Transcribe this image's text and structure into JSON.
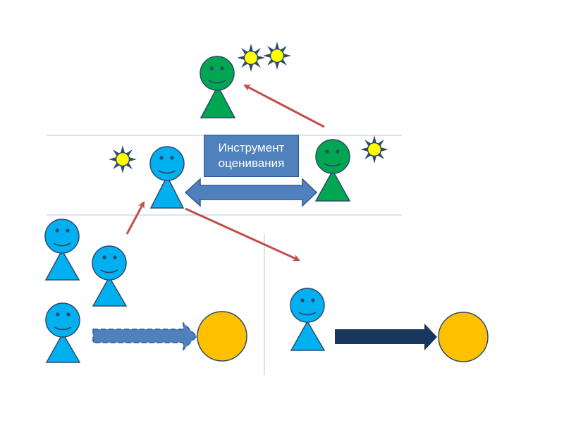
{
  "diagram": {
    "tool_label_line1": "Инструмент",
    "tool_label_line2": "оценивания"
  },
  "colors": {
    "person_blue": "#00b0f0",
    "person_green": "#00a650",
    "outline": "#2e4a6b",
    "sun_fill": "#ffff00",
    "sun_rays": "#2e4a6b",
    "orange_goal": "#ffc000",
    "red_arrow": "#c0504d",
    "double_arrow": "#4f81bd",
    "dark_arrow": "#17375e",
    "divider": "#b4c7dc"
  },
  "figures": [
    {
      "id": "top-green",
      "color": "green",
      "stars": 2
    },
    {
      "id": "middle-blue",
      "color": "blue",
      "stars": 1
    },
    {
      "id": "middle-green",
      "color": "green",
      "stars": 1
    },
    {
      "id": "bottom-left-1",
      "color": "blue",
      "stars": 0
    },
    {
      "id": "bottom-left-2",
      "color": "blue",
      "stars": 0
    },
    {
      "id": "bottom-left-3",
      "color": "blue",
      "stars": 0
    },
    {
      "id": "bottom-right",
      "color": "blue",
      "stars": 0
    }
  ]
}
